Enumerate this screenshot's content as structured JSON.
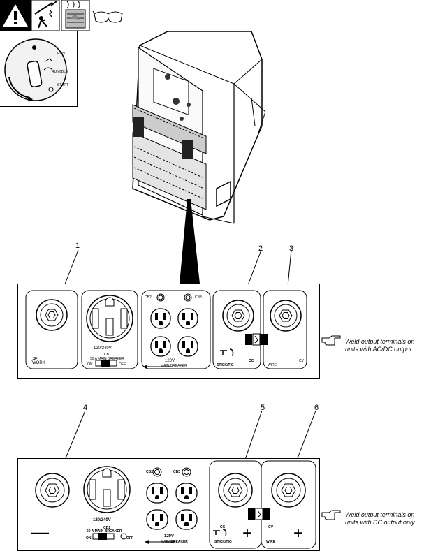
{
  "callouts": [
    "1",
    "2",
    "3",
    "4",
    "5",
    "6"
  ],
  "knob_labels": {
    "run": "RUN",
    "run_idle": "RUN/IDLE",
    "start": "START"
  },
  "top_panel": {
    "work": "WORK",
    "receptacle_240": "120/240V",
    "cb1": "CB1",
    "main_breaker": "50 A MAIN BREAKER",
    "on": "ON",
    "off": "OFF",
    "cb2": "CB2",
    "cb3": "CB3",
    "v120": "120V",
    "main_breaker2": "MAIN BREAKER",
    "stick_tig": "STICK/TIG",
    "cc": "CC",
    "wire": "WIRE",
    "cv": "CV"
  },
  "bottom_panel": {
    "minus": "—",
    "receptacle_240": "120/240V",
    "cb1": "CB1",
    "main_breaker": "50 A MAIN BREAKER",
    "on": "ON",
    "off": "OFF",
    "cb2": "CB2",
    "cb3": "CB3",
    "v120": "120V",
    "main_breaker2": "MAIN BREAKER",
    "cc": "CC",
    "stick_tig": "STICK/TIG",
    "cv": "CV",
    "wire": "WIRE",
    "plus1": "+",
    "plus2": "+"
  },
  "notes": {
    "ac_dc_line1": "Weld output terminals on",
    "ac_dc_line2": "units with AC/DC output.",
    "dc_line1": "Weld output terminals on",
    "dc_line2": "units with DC output only."
  },
  "icons": [
    "warning-icon",
    "electric-shock-icon",
    "hot-parts-icon",
    "safety-glasses-icon",
    "pointing-hand-icon"
  ]
}
